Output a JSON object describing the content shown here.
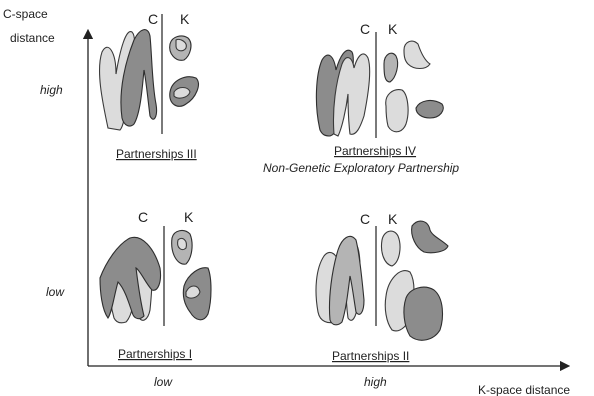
{
  "axes": {
    "y_title_line1": "C-space",
    "y_title_line2": "distance",
    "x_title": "K-space distance",
    "y_tick_high": "high",
    "y_tick_low": "low",
    "x_tick_low": "low",
    "x_tick_high": "high"
  },
  "panels": {
    "p3": {
      "c_label": "C",
      "k_label": "K",
      "caption": "Partnerships III"
    },
    "p4": {
      "c_label": "C",
      "k_label": "K",
      "caption": "Partnerships IV",
      "subtitle": "Non-Genetic Exploratory Partnership"
    },
    "p1": {
      "c_label": "C",
      "k_label": "K",
      "caption": "Partnerships I"
    },
    "p2": {
      "c_label": "C",
      "k_label": "K",
      "caption": "Partnerships II"
    }
  }
}
